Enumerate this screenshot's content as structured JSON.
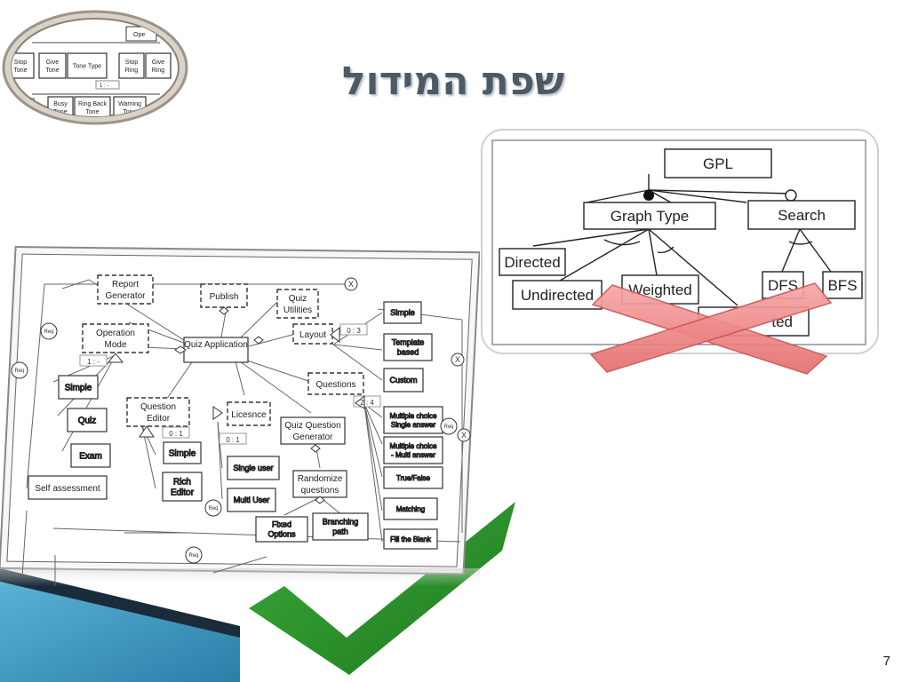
{
  "slide": {
    "title": "שפת המידול",
    "page_number": "7"
  },
  "thumbnail": {
    "top_labels": [
      "Ope"
    ],
    "row1": [
      "Stop Tone",
      "Give Tone",
      "Tone Type",
      "Stop Ring",
      "Give Ring"
    ],
    "row1_split": [
      [
        "Stop",
        "Tone"
      ],
      [
        "Give",
        "Tone"
      ],
      [
        "Tone Type"
      ],
      [
        "Stop",
        "Ring"
      ],
      [
        "Give",
        "Ring"
      ]
    ],
    "card": "1 : -",
    "row2": [
      [
        "Busy",
        "Tone"
      ],
      [
        "Ring Back",
        "Tone"
      ],
      [
        "Warning",
        "Tone"
      ]
    ]
  },
  "gpl_diagram": {
    "root": "GPL",
    "children": [
      "Graph Type",
      "Search"
    ],
    "graph_type_children": [
      "Directed",
      "Undirected",
      "Weighted",
      "ted"
    ],
    "search_children": [
      "DFS",
      "BFS"
    ]
  },
  "quiz_diagram": {
    "root": "Quiz Application",
    "features": {
      "report_generator": [
        "Report",
        "Generator"
      ],
      "publish": "Publish",
      "quiz_utilities": [
        "Quiz",
        "Utilities"
      ],
      "operation_mode": [
        "Operation",
        "Mode"
      ],
      "layout": "Layout",
      "questions": "Questions",
      "question_editor": [
        "Question",
        "Editor"
      ],
      "license": "Licesnce",
      "quiz_question_generator": [
        "Quiz Question",
        "Generator"
      ],
      "randomize_questions": [
        "Randomize",
        "questions"
      ]
    },
    "mode_options": [
      "Simple",
      "Quiz",
      "Exam"
    ],
    "self_assessment": "Self assessment",
    "layout_options": [
      "Simple",
      "Template based",
      "Custom"
    ],
    "layout_options_split": [
      [
        "Simple"
      ],
      [
        "Template",
        "based"
      ],
      [
        "Custom"
      ]
    ],
    "question_types": [
      [
        "Multiple choice",
        "Single answer"
      ],
      [
        "Multiple choice",
        "- Multi answer"
      ],
      [
        "True/False"
      ],
      [
        "Matching"
      ],
      [
        "Fill the Blank"
      ]
    ],
    "editor_options": [
      [
        "Simple"
      ],
      [
        "Rich",
        "Editor"
      ]
    ],
    "license_options": [
      "Single user",
      "Multi User"
    ],
    "random_options": [
      [
        "Fixed",
        "Options"
      ],
      [
        "Branching",
        "path"
      ]
    ],
    "cardinalities": {
      "mode": "1 : -",
      "layout": "0 : 3",
      "questions": "2 : 4",
      "editor": "0 : 1",
      "license": "0 : 1"
    },
    "req_label": "Req",
    "excl_label": "X"
  }
}
